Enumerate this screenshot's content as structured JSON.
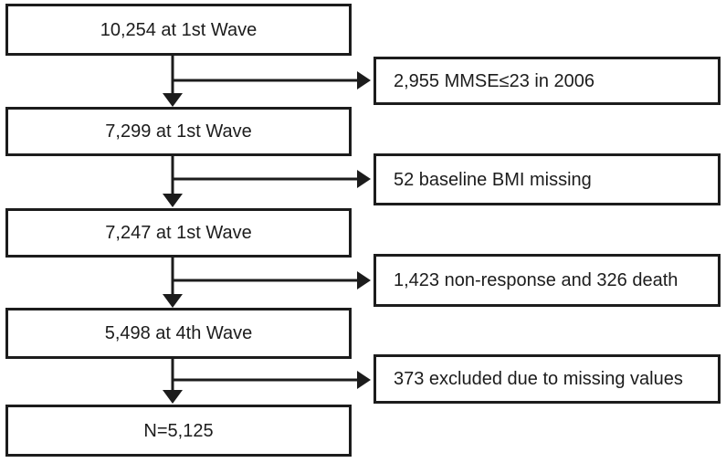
{
  "diagram": {
    "type": "participant-flowchart",
    "main_boxes": [
      {
        "label": "10,254 at 1st Wave"
      },
      {
        "label": "7,299 at 1st Wave"
      },
      {
        "label": "7,247 at 1st Wave"
      },
      {
        "label": "5,498 at 4th Wave"
      },
      {
        "label": "N=5,125"
      }
    ],
    "exclusion_boxes": [
      {
        "label": "2,955 MMSE≤23 in 2006"
      },
      {
        "label": "52 baseline BMI missing"
      },
      {
        "label": "1,423 non-response and 326 death"
      },
      {
        "label": "373 excluded due to missing values"
      }
    ],
    "colors": {
      "border": "#1c1c1c",
      "background": "#ffffff",
      "text": "#1c1c1c",
      "arrow": "#1c1c1c"
    }
  }
}
